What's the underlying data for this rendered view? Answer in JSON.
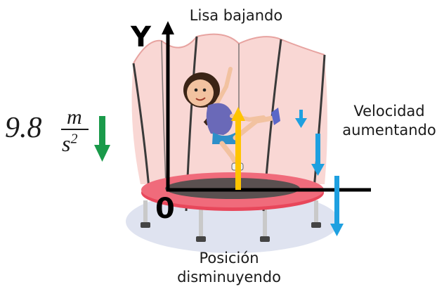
{
  "title": "Lisa bajando",
  "y_axis_label": "Y",
  "origin_label": "0",
  "acceleration": {
    "value": "9.8",
    "numerator": "m",
    "denominator_base": "s",
    "exponent": "2"
  },
  "velocity_label": {
    "line1": "Velocidad",
    "line2": "aumentando"
  },
  "position_label": {
    "line1": "Posición",
    "line2": "disminuyendo"
  },
  "colors": {
    "acceleration_arrow": "#1a9a4a",
    "velocity_arrows": "#1ea0e0",
    "position_arrow": "#ffc400",
    "net": "#f4b6b0",
    "trampoline_rim": "#e8475b",
    "mat": "#5a5050"
  }
}
